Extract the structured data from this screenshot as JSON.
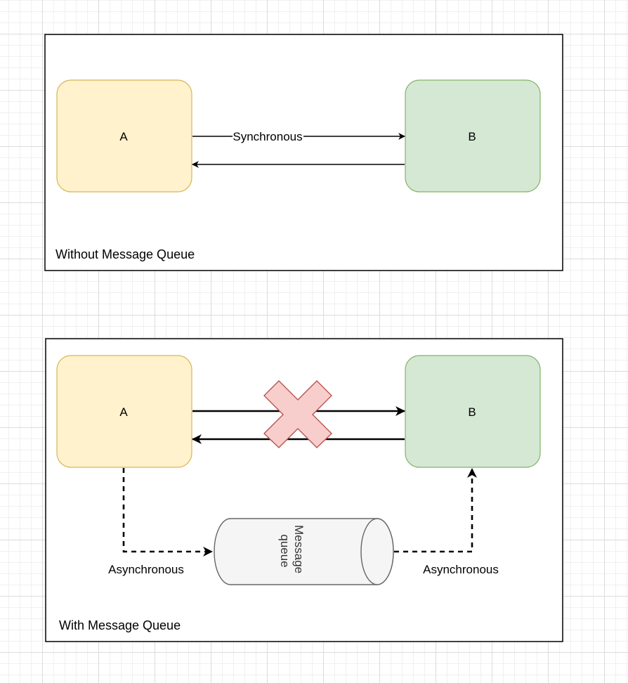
{
  "top_diagram": {
    "caption": "Without Message Queue",
    "node_a": "A",
    "node_b": "B",
    "edge_label": "Synchronous"
  },
  "bottom_diagram": {
    "caption": "With Message Queue",
    "node_a": "A",
    "node_b": "B",
    "queue_label_line1": "Message",
    "queue_label_line2": "queue",
    "left_edge_label": "Asynchronous",
    "right_edge_label": "Asynchronous"
  },
  "colors": {
    "node_a_fill": "#fff2cc",
    "node_a_stroke": "#d6b656",
    "node_b_fill": "#d5e8d4",
    "node_b_stroke": "#82b366",
    "queue_fill": "#f5f5f5",
    "cross_fill": "#f8cecc",
    "cross_stroke": "#b85450"
  }
}
